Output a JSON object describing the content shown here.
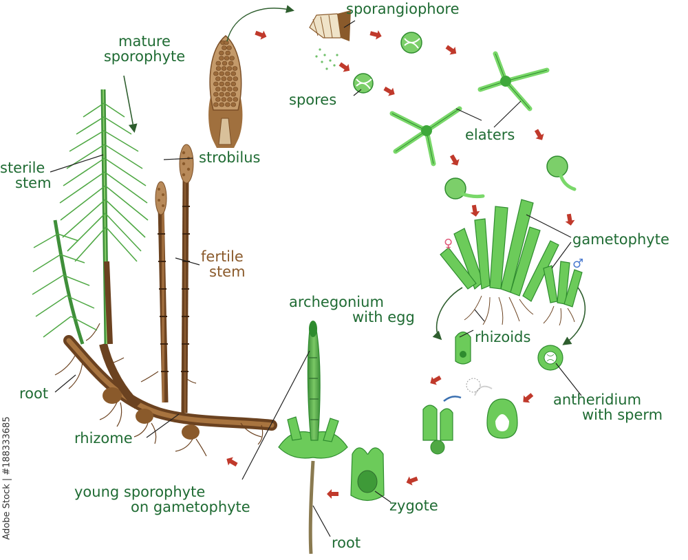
{
  "labels": {
    "mature_sporophyte": [
      "mature",
      "sporophyte"
    ],
    "sporangiophore": "sporangiophore",
    "spores": "spores",
    "elaters": "elaters",
    "sterile_stem": [
      "sterile",
      "stem"
    ],
    "strobilus": "strobilus",
    "fertile_stem": [
      "fertile",
      "stem"
    ],
    "gametophyte": "gametophyte",
    "female_symbol": "♀",
    "male_symbol": "♂",
    "archegonium_with_egg": [
      "archegonium",
      "with egg"
    ],
    "rhizoids": "rhizoids",
    "root_left": "root",
    "rhizome": "rhizome",
    "antheridium_with_sperm": [
      "antheridium",
      "with sperm"
    ],
    "young_sporophyte": [
      "young sporophyte",
      "on gametophyte"
    ],
    "zygote": "zygote",
    "root_bottom": "root"
  },
  "watermark": "Adobe Stock | #188333685",
  "colors": {
    "label_green": "#1f6b33",
    "label_brown": "#8a5a2b",
    "arrow_red": "#c0392b",
    "plant_green": "#5cbf4a",
    "plant_dark": "#2e8b2e",
    "rhizome_brown": "#7a4e26",
    "strobilus_tan": "#b88a5a",
    "female_pink": "#e05a7a",
    "male_blue": "#4a7ad0"
  }
}
